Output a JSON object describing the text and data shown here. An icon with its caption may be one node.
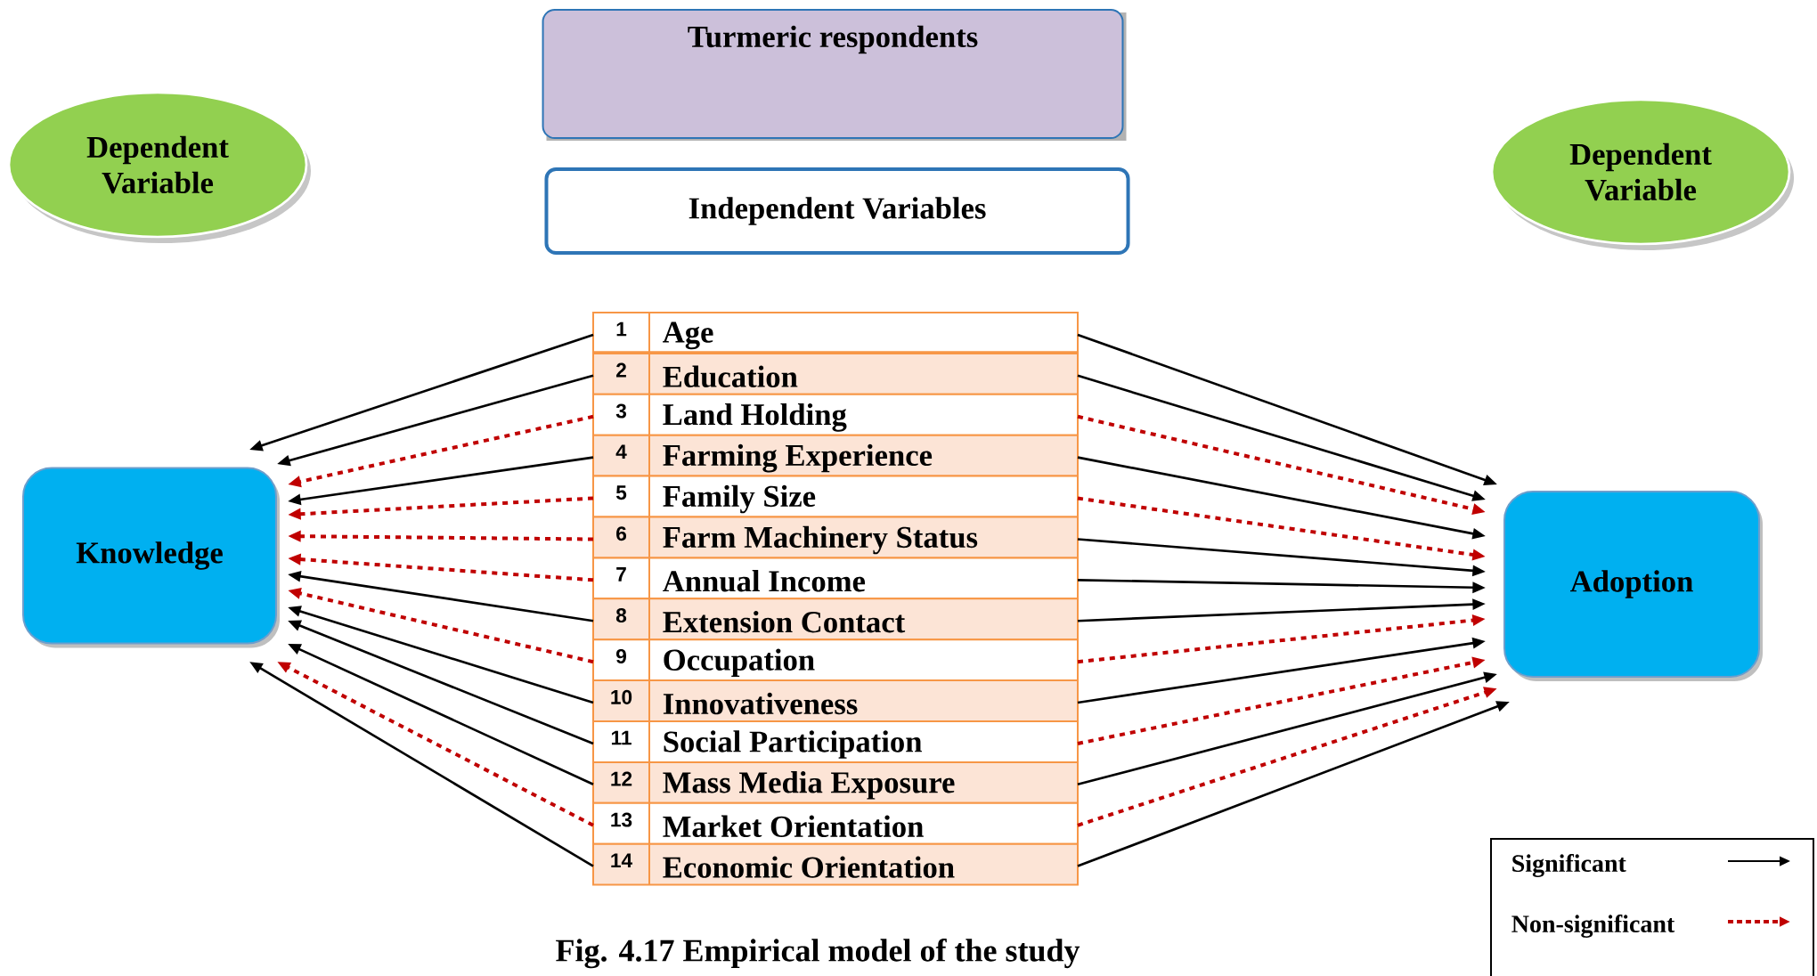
{
  "diagram": {
    "caption": "Fig. 4.17 Empirical model of the study",
    "nodes": [
      {
        "text": [
          "Turmeric respondents"
        ]
      },
      {
        "text": [
          "Dependent Variable"
        ]
      },
      {
        "text": [
          "Dependent Variable"
        ]
      },
      {
        "text": [
          "Independent Variables"
        ]
      },
      {
        "text": [
          "Knowledge"
        ]
      },
      {
        "text": [
          "Adoption"
        ]
      },
      {
        "text": [
          "1",
          "Age"
        ]
      },
      {
        "text": [
          "2",
          "Education"
        ]
      },
      {
        "text": [
          "3",
          "Land Holding"
        ]
      },
      {
        "text": [
          "4",
          "Farming Experience"
        ]
      },
      {
        "text": [
          "5",
          "Family Size"
        ]
      },
      {
        "text": [
          "6",
          "Farm Machinery Status"
        ]
      },
      {
        "text": [
          "7",
          "Annual Income"
        ]
      },
      {
        "text": [
          "8",
          "Extension Contact"
        ]
      },
      {
        "text": [
          "9",
          "Occupation"
        ]
      },
      {
        "text": [
          "10",
          "Innovativeness"
        ]
      },
      {
        "text": [
          "11",
          "Social Participation"
        ]
      },
      {
        "text": [
          "12",
          "Mass Media Exposure"
        ]
      },
      {
        "text": [
          "13",
          "Market Orientation"
        ]
      },
      {
        "text": [
          "14",
          "Economic Orientation"
        ]
      }
    ],
    "edges": [
      {
        "from": 6,
        "to": 4,
        "arrow": "to"
      },
      {
        "from": 7,
        "to": 4,
        "arrow": "to"
      },
      {
        "from": 8,
        "to": 4,
        "arrow": "to",
        "style": "dashed",
        "color": "#c00000"
      },
      {
        "from": 9,
        "to": 4,
        "arrow": "to"
      },
      {
        "from": 10,
        "to": 4,
        "arrow": "to",
        "style": "dashed",
        "color": "#c00000"
      },
      {
        "from": 11,
        "to": 4,
        "arrow": "to",
        "style": "dashed",
        "color": "#c00000"
      },
      {
        "from": 12,
        "to": 4,
        "arrow": "to",
        "style": "dashed",
        "color": "#c00000"
      },
      {
        "from": 13,
        "to": 4,
        "arrow": "to"
      },
      {
        "from": 14,
        "to": 4,
        "arrow": "to",
        "style": "dashed",
        "color": "#c00000"
      },
      {
        "from": 15,
        "to": 4,
        "arrow": "to"
      },
      {
        "from": 16,
        "to": 4,
        "arrow": "to"
      },
      {
        "from": 17,
        "to": 4,
        "arrow": "to"
      },
      {
        "from": 18,
        "to": 4,
        "arrow": "to",
        "style": "dashed",
        "color": "#c00000"
      },
      {
        "from": 19,
        "to": 4,
        "arrow": "to"
      },
      {
        "from": 6,
        "to": 5,
        "arrow": "to"
      },
      {
        "from": 7,
        "to": 5,
        "arrow": "to"
      },
      {
        "from": 8,
        "to": 5,
        "arrow": "to",
        "style": "dashed",
        "color": "#c00000"
      },
      {
        "from": 9,
        "to": 5,
        "arrow": "to"
      },
      {
        "from": 10,
        "to": 5,
        "arrow": "to",
        "style": "dashed",
        "color": "#c00000"
      },
      {
        "from": 11,
        "to": 5,
        "arrow": "to"
      },
      {
        "from": 12,
        "to": 5,
        "arrow": "to"
      },
      {
        "from": 13,
        "to": 5,
        "arrow": "to"
      },
      {
        "from": 14,
        "to": 5,
        "arrow": "to",
        "style": "dashed",
        "color": "#c00000"
      },
      {
        "from": 15,
        "to": 5,
        "arrow": "to"
      },
      {
        "from": 16,
        "to": 5,
        "arrow": "to",
        "style": "dashed",
        "color": "#c00000"
      },
      {
        "from": 17,
        "to": 5,
        "arrow": "to"
      },
      {
        "from": 18,
        "to": 5,
        "arrow": "to",
        "style": "dashed",
        "color": "#c00000"
      },
      {
        "from": 19,
        "to": 5,
        "arrow": "to"
      }
    ],
    "legend": [
      {
        "text": "Significant"
      },
      {
        "text": "Non-significant"
      }
    ]
  }
}
